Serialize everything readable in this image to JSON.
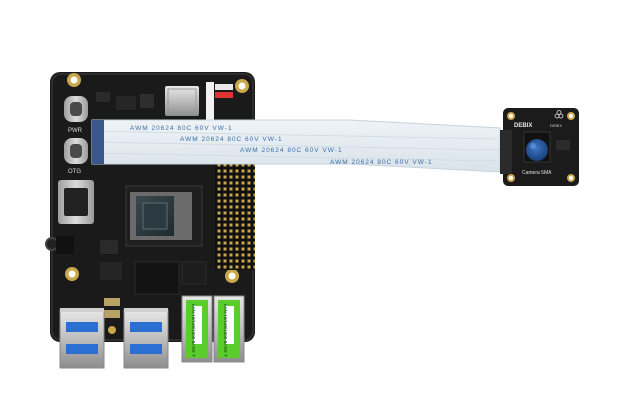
{
  "photo": {
    "board": {
      "port_labels": {
        "pwr": "PWR",
        "otg": "OTG"
      }
    },
    "ribbon": {
      "print_lines": [
        "AWM 20624 80C 60V VW-1",
        "AWM 20624 80C 60V VW-1",
        "AWM 20624 80C 60V VW-1",
        "AWM 20624 80C 60V VW-1"
      ],
      "colors": {
        "cable": "#e4ecf2",
        "text": "#3a6ea8"
      }
    },
    "camera": {
      "brand": "DEBIX",
      "brand_small": "DEBIX",
      "model": "Camera 5MA",
      "colors": {
        "pcb": "#1b1b1b",
        "lens": "#1e4f9c"
      }
    },
    "ethernet_labels": [
      "LAN-10/100/1000 BASE-T",
      "LAN-10/100/1000 BASE-T"
    ],
    "colors": {
      "board_pcb": "#1a1a1a",
      "usb_blue": "#2a6fd1",
      "green_label": "#5ccc2c",
      "gold": "#c9a74a"
    }
  }
}
